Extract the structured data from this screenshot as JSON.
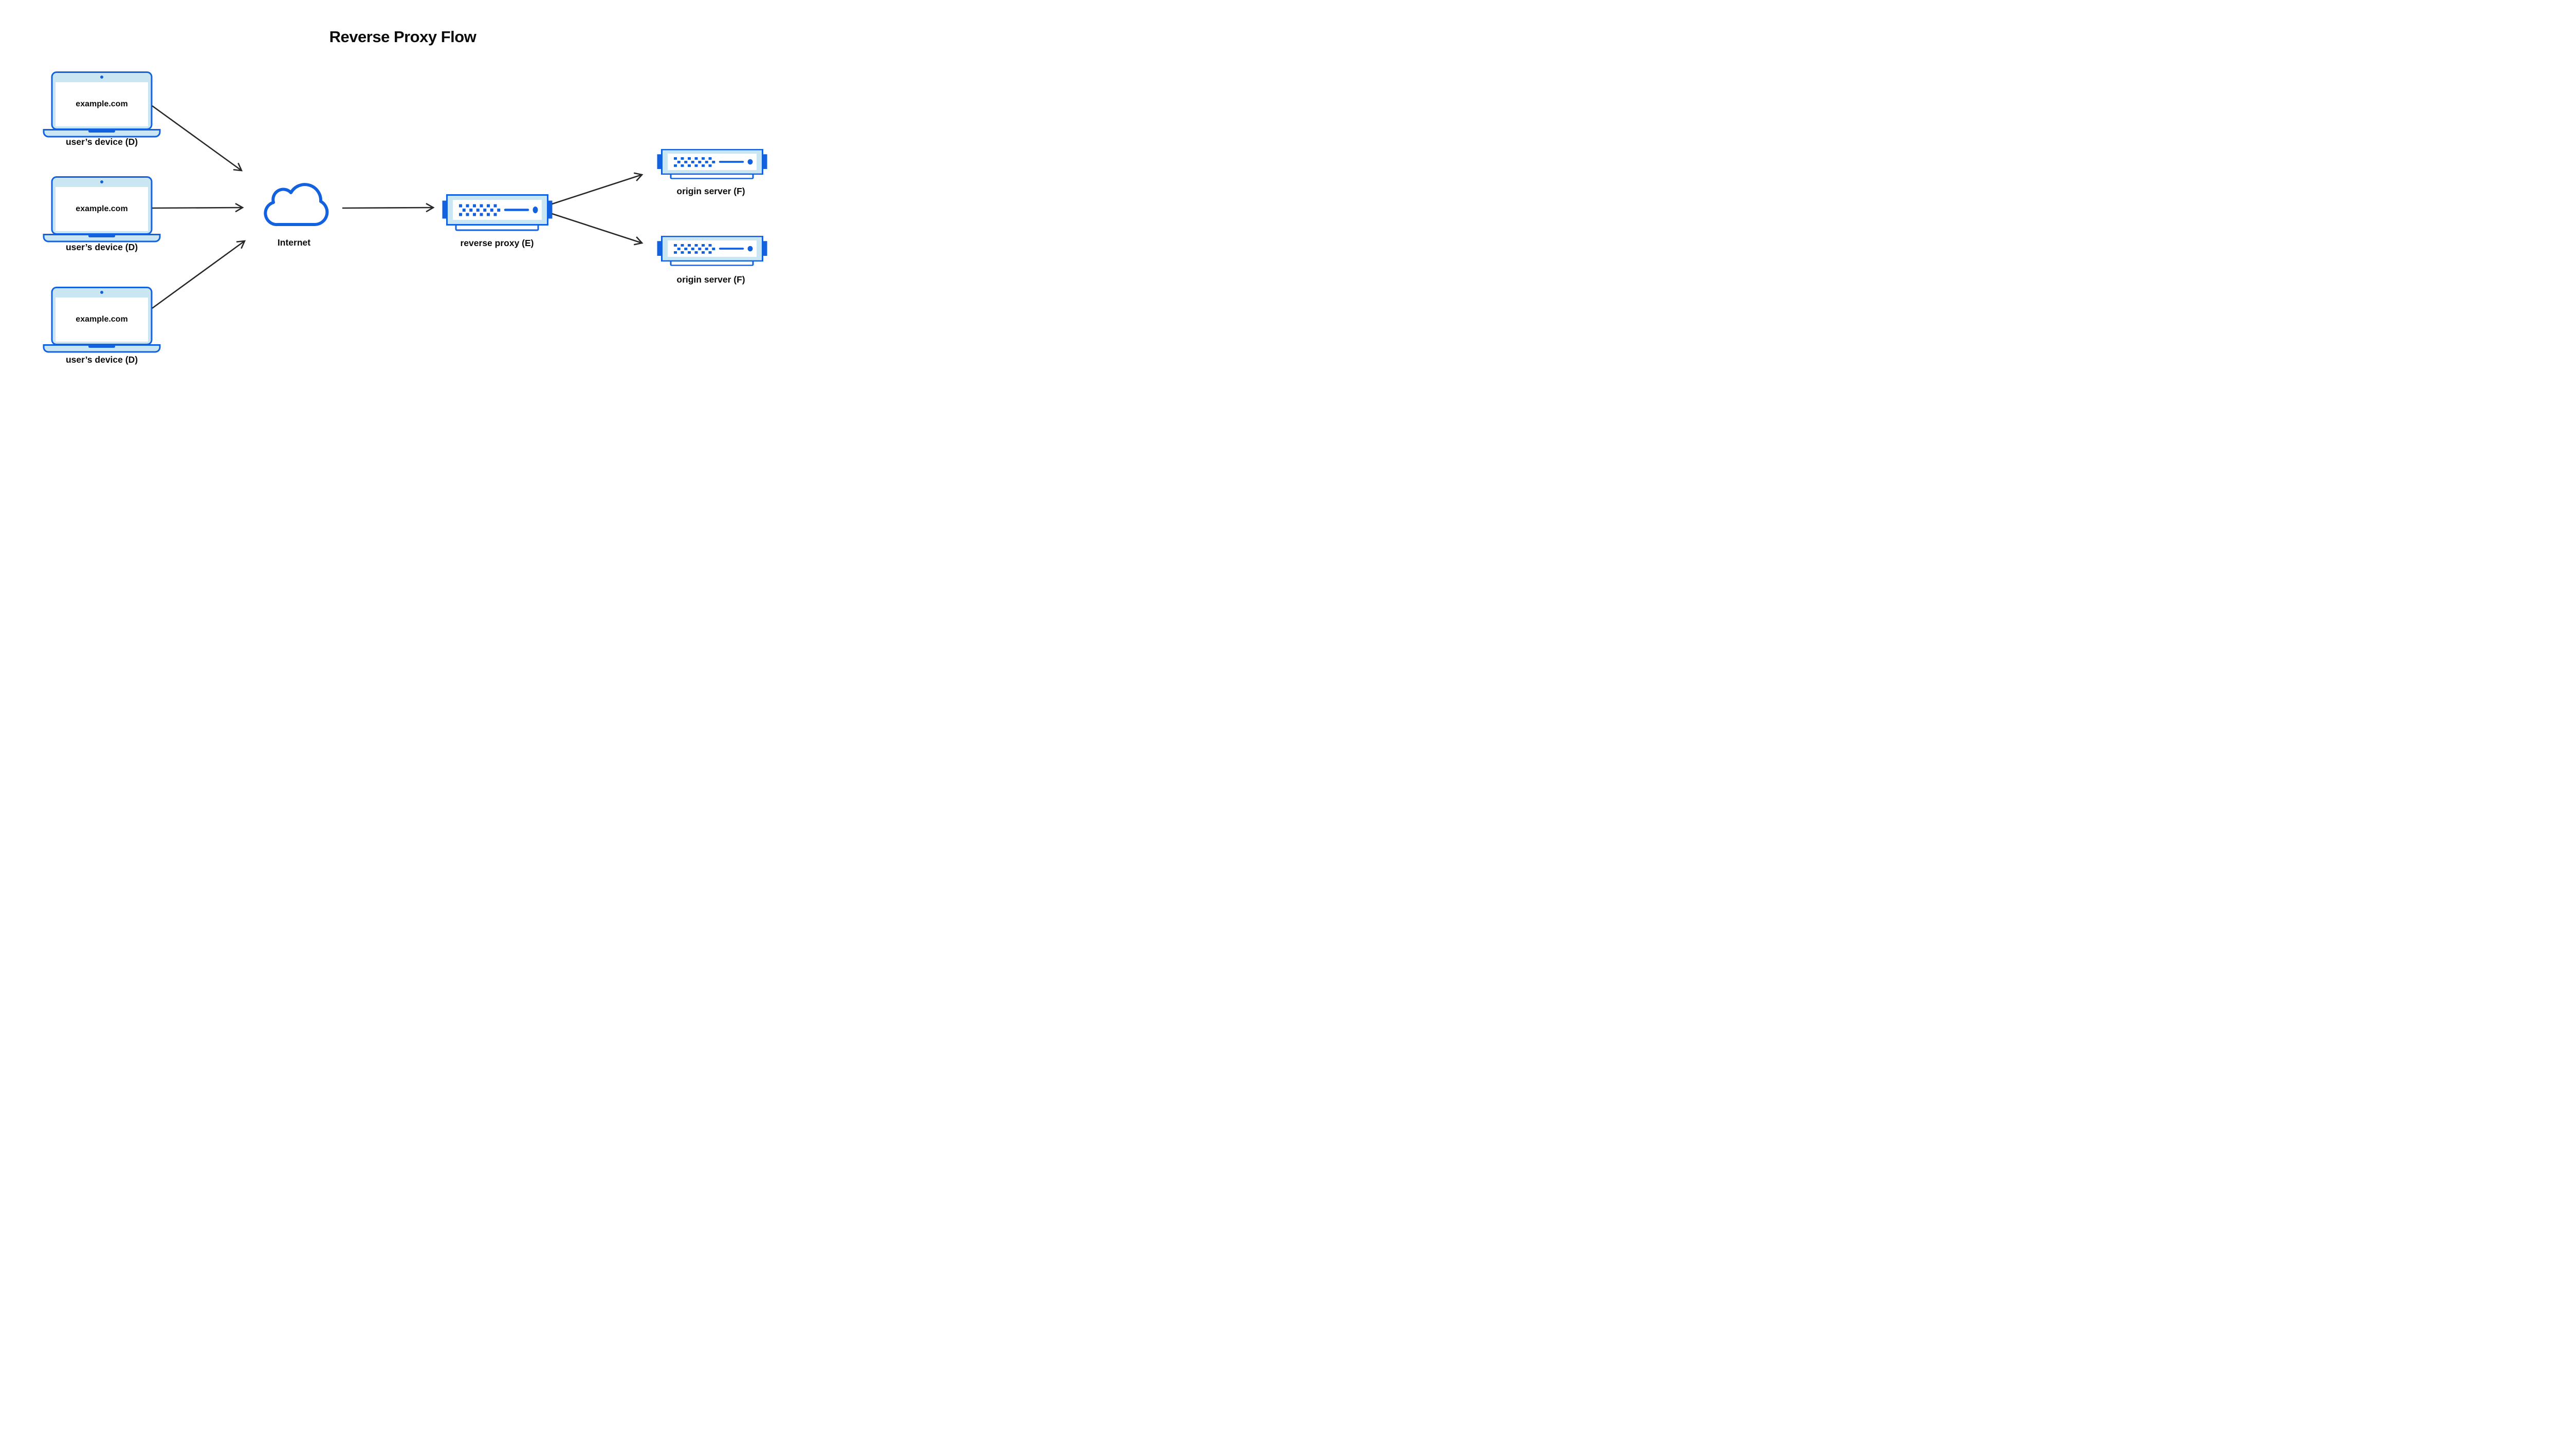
{
  "title": "Reverse Proxy Flow",
  "colors": {
    "accent_blue": "#1262e0",
    "light_blue": "#cbe6f3",
    "arrow_black": "#272727",
    "text_black": "#0b0b0b",
    "background": "#ffffff"
  },
  "nodes": {
    "devices": {
      "screen_text": "example.com",
      "label": "user’s device (D)",
      "count": 3,
      "icon": "laptop-icon"
    },
    "internet": {
      "label": "Internet",
      "icon": "cloud-icon"
    },
    "reverse_proxy": {
      "label": "reverse proxy (E)",
      "icon": "server-icon"
    },
    "origin_servers": {
      "label": "origin server (F)",
      "count": 2,
      "icon": "server-icon"
    }
  },
  "flow": {
    "edges": [
      {
        "from": "user's device (D) #1",
        "to": "Internet"
      },
      {
        "from": "user's device (D) #2",
        "to": "Internet"
      },
      {
        "from": "user's device (D) #3",
        "to": "Internet"
      },
      {
        "from": "Internet",
        "to": "reverse proxy (E)"
      },
      {
        "from": "reverse proxy (E)",
        "to": "origin server (F) #1"
      },
      {
        "from": "reverse proxy (E)",
        "to": "origin server (F) #2"
      }
    ],
    "arrow_style": "open-chevron"
  }
}
